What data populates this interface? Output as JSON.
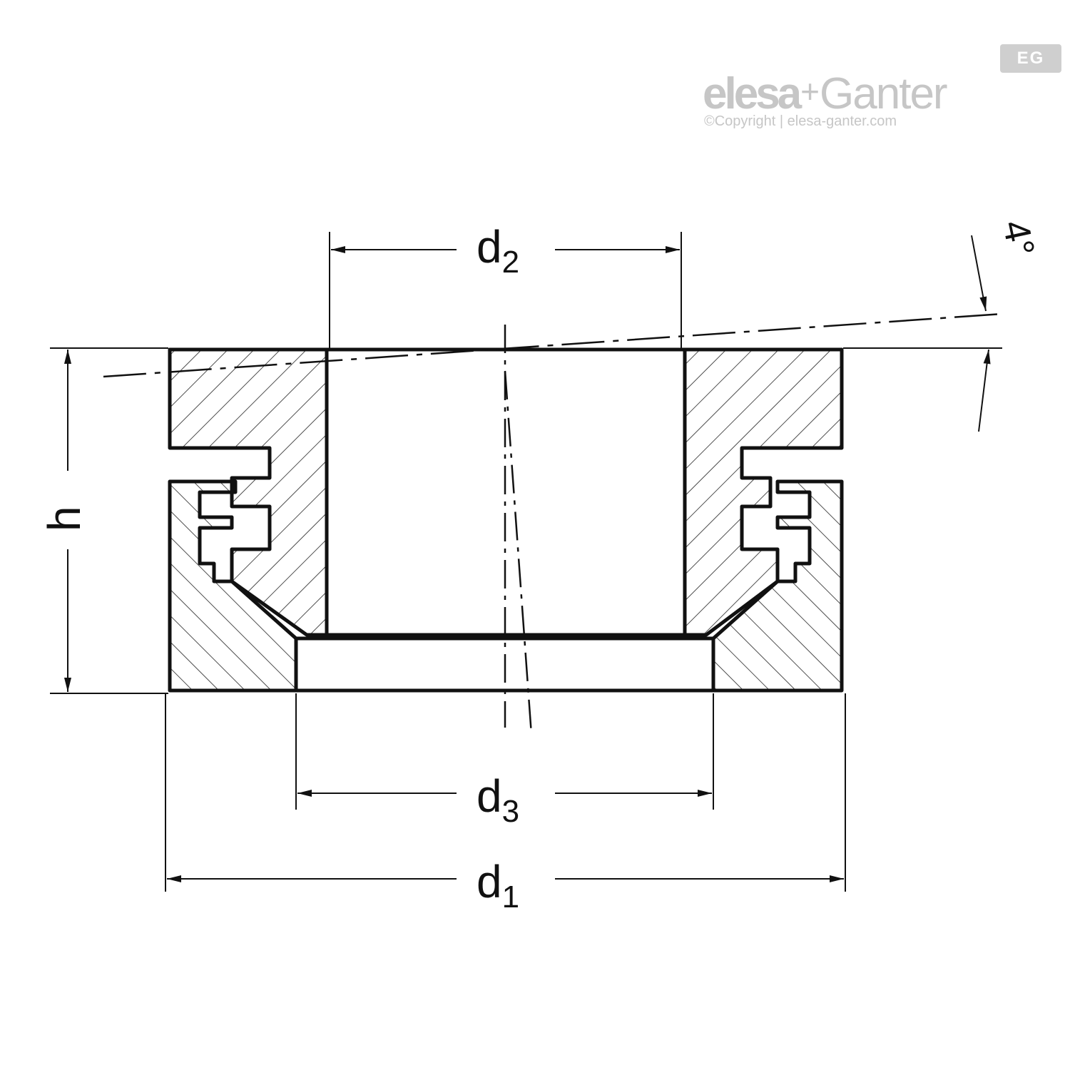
{
  "brand": {
    "logo_elesa": "elesa",
    "logo_plus": "+",
    "logo_ganter": "Ganter",
    "copyright": "©Copyright | elesa-ganter.com",
    "badge": "EG"
  },
  "dimensions": {
    "d2": {
      "base": "d",
      "sub": "2"
    },
    "d3": {
      "base": "d",
      "sub": "3"
    },
    "d1": {
      "base": "d",
      "sub": "1"
    },
    "h": "h",
    "angle": "4°"
  }
}
